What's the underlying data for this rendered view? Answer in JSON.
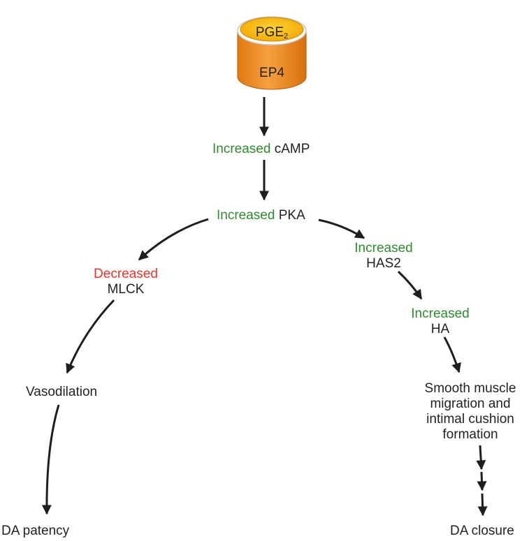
{
  "receptor": {
    "ligand_base": "PGE",
    "ligand_subscript": "2",
    "receptor_label": "EP4"
  },
  "nodes": {
    "camp": {
      "modifier": "Increased",
      "name": "cAMP"
    },
    "pka": {
      "modifier": "Increased",
      "name": "PKA"
    },
    "mlck": {
      "modifier": "Decreased",
      "name": "MLCK"
    },
    "has2": {
      "modifier": "Increased",
      "name": "HAS2"
    },
    "ha": {
      "modifier": "Increased",
      "name": "HA"
    },
    "vasodilation": "Vasodilation",
    "smooth_muscle": [
      "Smooth muscle",
      "migration and",
      "intimal cushion",
      "formation"
    ],
    "da_patency": "DA patency",
    "da_closure": "DA closure"
  },
  "colors": {
    "increased": "#2e8b2e",
    "decreased": "#e8352a",
    "text": "#222222",
    "cylinder_top": "#f7b500",
    "cylinder_body": "#f28c1c"
  }
}
